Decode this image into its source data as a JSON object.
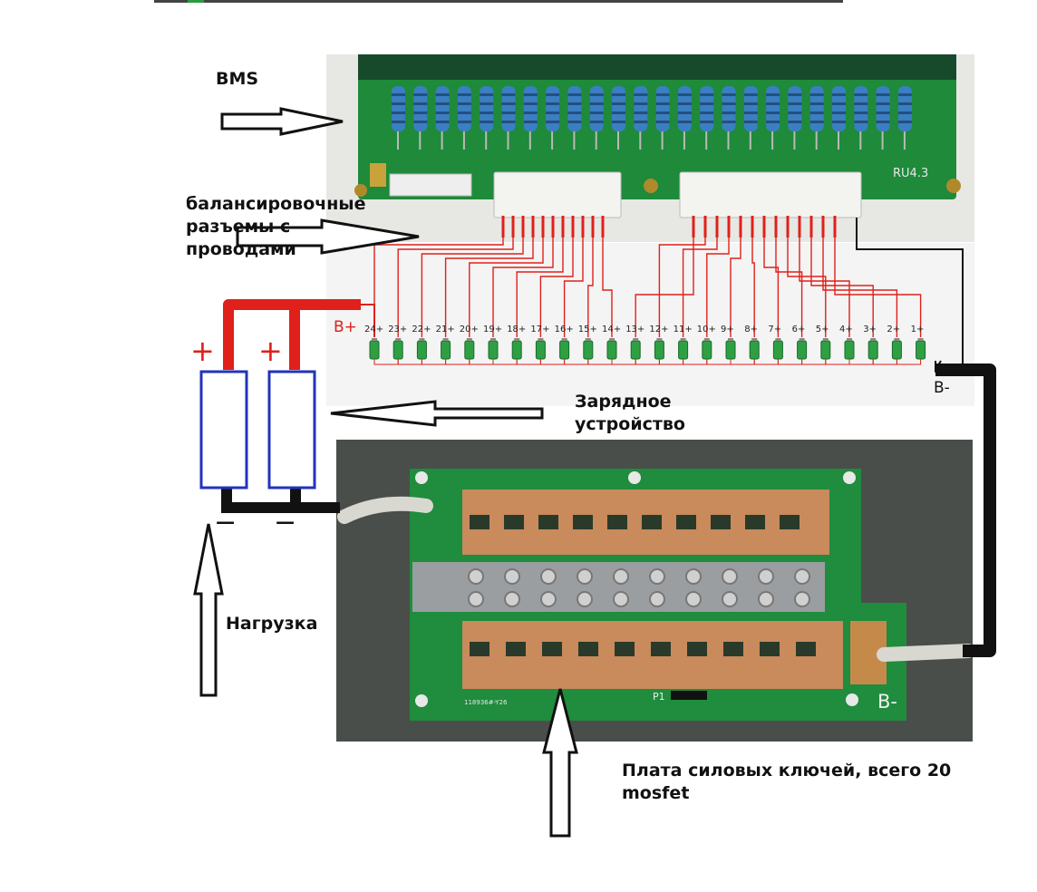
{
  "labels": {
    "bms": "BMS",
    "balance": [
      "балансировочные",
      "разъемы с",
      "проводами"
    ],
    "charger": [
      "Зарядное",
      "устройство"
    ],
    "load": "Нагрузка",
    "mosfet": [
      "Плата силовых ключей, всего 20",
      "mosfet"
    ]
  },
  "bms_board": {
    "silk_model": "RU4.3",
    "b_plus": "B+",
    "b_minus": "B-",
    "cells": [
      "24+",
      "23+",
      "22+",
      "21+",
      "20+",
      "19+",
      "18+",
      "17+",
      "16+",
      "15+",
      "14+",
      "13+",
      "12+",
      "11+",
      "10+",
      "9+",
      "8+",
      "7+",
      "6+",
      "5+",
      "4+",
      "3+",
      "2+",
      "1+"
    ]
  },
  "mosfet_board": {
    "b_minus": "B-",
    "p1": "P1",
    "code": "118936#-Y26"
  },
  "terminals": {
    "plus": "+",
    "minus": "−"
  },
  "colors": {
    "pcb_green": "#1e8a3a",
    "resistor_blue": "#3a7fc1",
    "wire_red": "#e0201a",
    "terminal_blue": "#2233bb",
    "copper": "#c98a5c"
  }
}
